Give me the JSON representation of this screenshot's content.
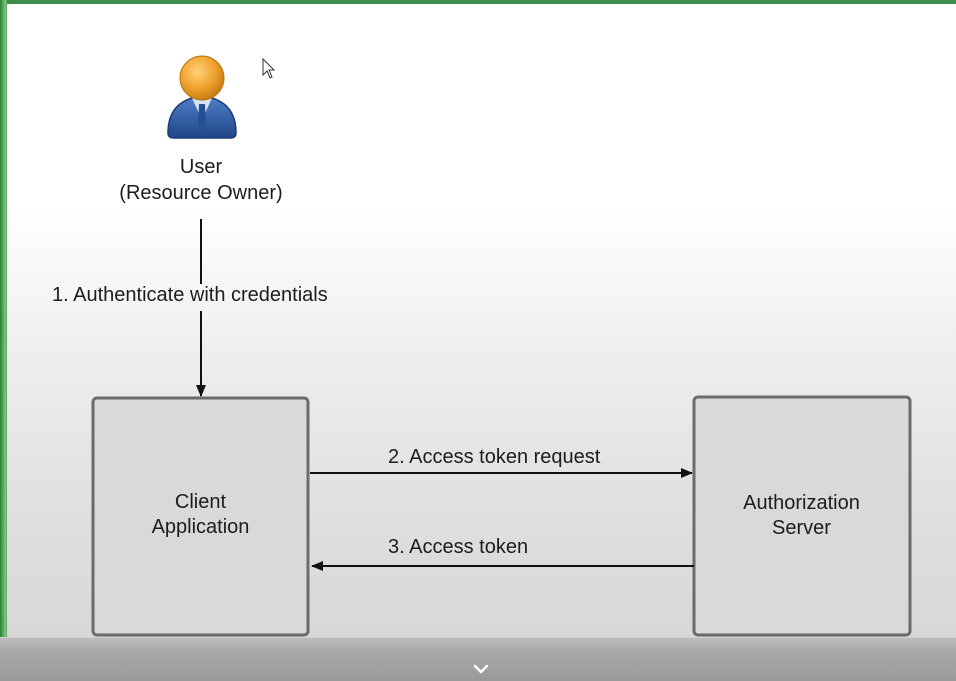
{
  "diagram": {
    "user_label_line1": "User",
    "user_label_line2": "(Resource Owner)",
    "step1": "1. Authenticate with credentials",
    "client_line1": "Client",
    "client_line2": "Application",
    "auth_line1": "Authorization",
    "auth_line2": "Server",
    "step2": "2. Access token request",
    "step3": "3. Access token"
  },
  "icons": {
    "user": "user-person-icon",
    "cursor": "mouse-pointer-icon",
    "chevron": "chevron-down-icon"
  },
  "colors": {
    "head": "#f0a22e",
    "body": "#2f5fa8",
    "box_fill": "#d9d9d9",
    "box_border": "#6b6b6b",
    "arrow": "#111111"
  }
}
